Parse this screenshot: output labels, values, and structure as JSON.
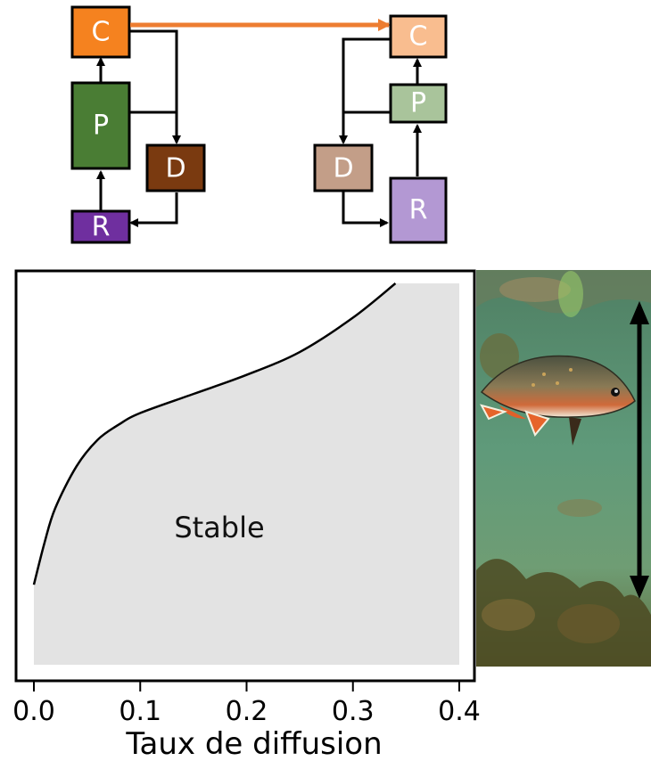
{
  "diagram_left": {
    "nodes": {
      "C": {
        "label": "C",
        "color": "#f5821f"
      },
      "P": {
        "label": "P",
        "color": "#4a7d34"
      },
      "D": {
        "label": "D",
        "color": "#7a3a10"
      },
      "R": {
        "label": "R",
        "color": "#6f2f9f"
      }
    }
  },
  "diagram_right": {
    "nodes": {
      "C": {
        "label": "C",
        "color": "#f9bd8f"
      },
      "P": {
        "label": "P",
        "color": "#a9c49b"
      },
      "D": {
        "label": "D",
        "color": "#c39e88"
      },
      "R": {
        "label": "R",
        "color": "#b398d3"
      }
    }
  },
  "link_arrow_color": "#ed7d31",
  "chart_data": {
    "type": "area",
    "region_label": "Stable",
    "xlabel": "Taux de diffusion",
    "ylabel": "",
    "xlim": [
      0.0,
      0.4
    ],
    "x_ticks": [
      "0.0",
      "0.1",
      "0.2",
      "0.3",
      "0.4"
    ],
    "boundary_curve": {
      "x": [
        0.0,
        0.01,
        0.02,
        0.04,
        0.06,
        0.08,
        0.1,
        0.15,
        0.2,
        0.25,
        0.3,
        0.34
      ],
      "y": [
        0.21,
        0.32,
        0.41,
        0.52,
        0.59,
        0.63,
        0.66,
        0.71,
        0.76,
        0.82,
        0.91,
        1.0
      ]
    },
    "region_fill": "#e3e3e3"
  },
  "photo": {
    "subject": "underwater brook trout",
    "arrow": "vertical double-headed"
  }
}
